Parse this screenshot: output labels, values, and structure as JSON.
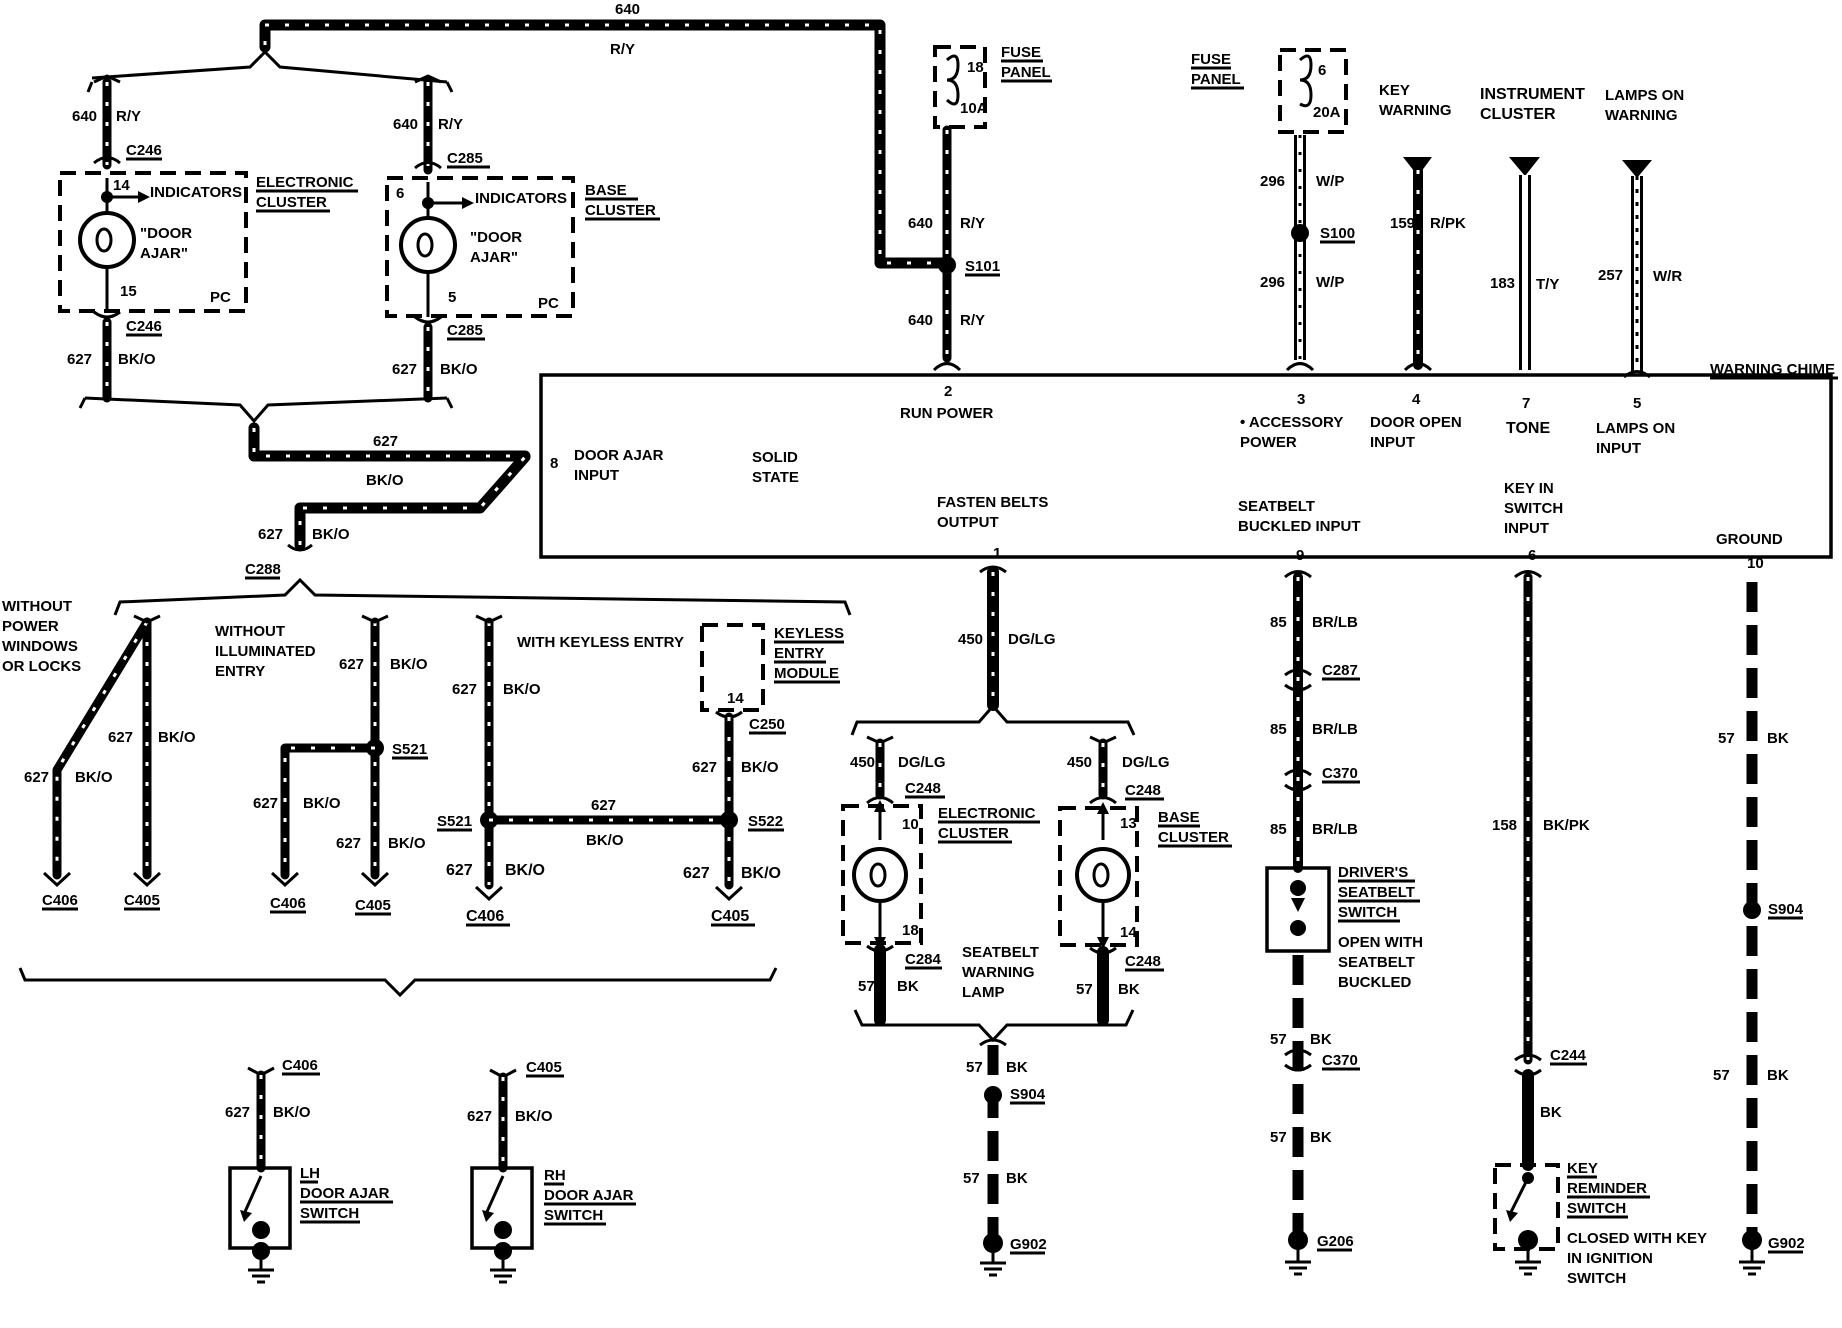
{
  "title": "WARNING CHIME",
  "module": {
    "name": "WARNING CHIME",
    "door_ajar_input": "DOOR AJAR\nINPUT",
    "solid_state": "SOLID\nSTATE",
    "run_power": "RUN POWER",
    "accessory_power": "• ACCESSORY\nPOWER",
    "door_open_input": "DOOR OPEN\nINPUT",
    "tone": "TONE",
    "lamps_on_input": "LAMPS ON\nINPUT",
    "fasten_belts_output": "FASTEN BELTS\nOUTPUT",
    "seatbelt_buckled_input": "SEATBELT\nBUCKLED INPUT",
    "key_in_switch_input": "KEY IN\nSWITCH\nINPUT",
    "ground": "GROUND"
  },
  "pins": [
    "8",
    "2",
    "3",
    "4",
    "7",
    "5",
    "1",
    "9",
    "6",
    "10"
  ],
  "fuse_panel_1": {
    "label": "FUSE\nPANEL",
    "fuse": "18",
    "rating": "10A"
  },
  "fuse_panel_2": {
    "label": "FUSE\nPANEL",
    "fuse": "6",
    "rating": "20A"
  },
  "top_inputs": {
    "key_warning": "KEY\nWARNING",
    "instrument_cluster": "INSTRUMENT\nCLUSTER",
    "lamps_on_warning": "LAMPS ON\nWARNING"
  },
  "wires": {
    "c640": "640",
    "ry": "R/Y",
    "c627": "627",
    "bko": "BK/O",
    "c296": "296",
    "wp": "W/P",
    "c159": "159",
    "rpk": "R/PK",
    "c183": "183",
    "ty": "T/Y",
    "c257": "257",
    "wr": "W/R",
    "c450": "450",
    "dglg": "DG/LG",
    "c85": "85",
    "brlb": "BR/LB",
    "c158": "158",
    "bkpk": "BK/PK",
    "c57": "57",
    "bk": "BK"
  },
  "connectors": {
    "c246": "C246",
    "c285": "C285",
    "c288": "C288",
    "c250": "C250",
    "c248": "C248",
    "c284": "C284",
    "c287": "C287",
    "c370": "C370",
    "c244": "C244",
    "c406": "C406",
    "c405": "C405"
  },
  "splices": {
    "s101": "S101",
    "s100": "S100",
    "s521": "S521",
    "s522": "S522",
    "s904": "S904"
  },
  "grounds": {
    "g902": "G902",
    "g206": "G206"
  },
  "clusters": {
    "electronic": "ELECTRONIC\nCLUSTER",
    "base": "BASE\nCLUSTER",
    "indicators": "INDICATORS",
    "door_ajar": "\"DOOR\nAJAR\"",
    "pc": "PC",
    "pin14": "14",
    "pin15": "15",
    "pin6": "6",
    "pin5": "5",
    "pin10": "10",
    "pin18": "18",
    "pin13": "13",
    "pin14b": "14"
  },
  "options": {
    "without_power": "WITHOUT\nPOWER\nWINDOWS\nOR LOCKS",
    "without_illuminated": "WITHOUT\nILLUMINATED\nENTRY",
    "with_keyless": "WITH KEYLESS ENTRY",
    "keyless_module": "KEYLESS\nENTRY\nMODULE",
    "keyless_pin": "14"
  },
  "switches": {
    "lh_door": "LH\nDOOR AJAR\nSWITCH",
    "rh_door": "RH\nDOOR AJAR\nSWITCH",
    "drivers_seatbelt": "DRIVER'S\nSEATBELT\nSWITCH",
    "seatbelt_note": "OPEN WITH\nSEATBELT\nBUCKLED",
    "key_reminder": "KEY\nREMINDER\nSWITCH",
    "key_note": "CLOSED WITH KEY\nIN IGNITION\nSWITCH"
  },
  "seatbelt_lamp": "SEATBELT\nWARNING\nLAMP"
}
